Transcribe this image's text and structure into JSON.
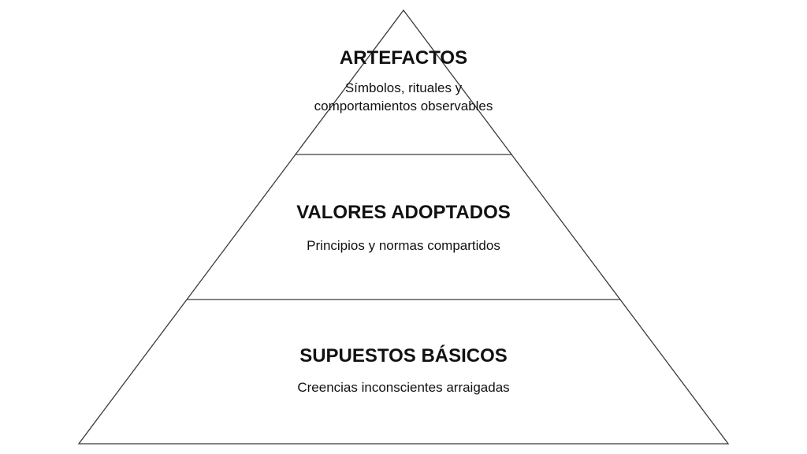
{
  "diagram": {
    "levels": [
      {
        "title": "ARTEFACTOS",
        "description_lines": [
          "Símbolos, rituales y",
          "comportamientos observables"
        ]
      },
      {
        "title": "VALORES ADOPTADOS",
        "description_lines": [
          "Principios y normas compartidos"
        ]
      },
      {
        "title": "SUPUESTOS BÁSICOS",
        "description_lines": [
          "Creencias inconscientes arraigadas"
        ]
      }
    ],
    "colors": {
      "outline": "#3a3a3a",
      "fill": "#ffffff",
      "text": "#111111"
    }
  }
}
